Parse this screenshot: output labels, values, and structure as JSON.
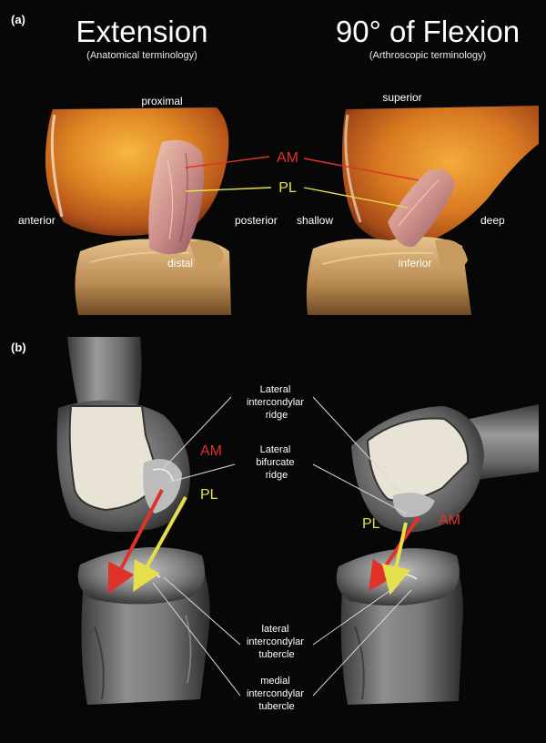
{
  "panels": {
    "a": {
      "letter": "(a)",
      "left": {
        "title": "Extension",
        "subtitle": "(Anatomical terminology)",
        "directions": {
          "top": "proximal",
          "bottom": "distal",
          "left": "anterior",
          "right": "posterior"
        }
      },
      "right": {
        "title": "90° of Flexion",
        "subtitle": "(Arthroscopic terminology)",
        "directions": {
          "top": "superior",
          "bottom": "inferior",
          "left": "shallow",
          "right": "deep"
        }
      },
      "bundles": {
        "am": "AM",
        "pl": "PL"
      }
    },
    "b": {
      "letter": "(b)",
      "bundles": {
        "am": "AM",
        "pl": "PL"
      },
      "labels": {
        "intercondylar_ridge": [
          "Lateral",
          "intercondylar",
          "ridge"
        ],
        "bifurcate_ridge": [
          "Lateral",
          "bifurcate",
          "ridge"
        ],
        "lateral_tubercle": [
          "lateral",
          "intercondylar",
          "tubercle"
        ],
        "medial_tubercle": [
          "medial",
          "intercondylar",
          "tubercle"
        ]
      }
    }
  },
  "colors": {
    "am": "#e0322a",
    "pl": "#e5e04a",
    "background": "#070707",
    "leader": "#d8d8d8"
  }
}
